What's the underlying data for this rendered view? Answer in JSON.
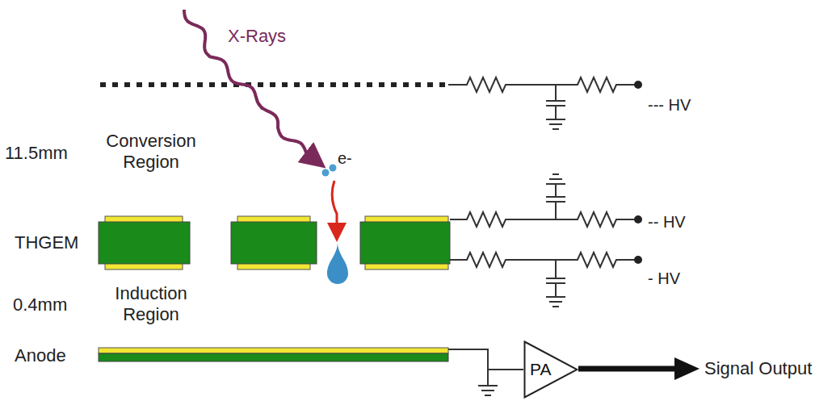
{
  "diagram": {
    "nodes": [
      {
        "text": [
          "PA"
        ]
      }
    ],
    "labels": [
      "X-Rays",
      "e-",
      "11.5mm",
      "Conversion Region",
      "THGEM",
      "0.4mm",
      "Induction Region",
      "Anode",
      "--- HV",
      "-- HV",
      "- HV",
      "Signal Output"
    ]
  }
}
